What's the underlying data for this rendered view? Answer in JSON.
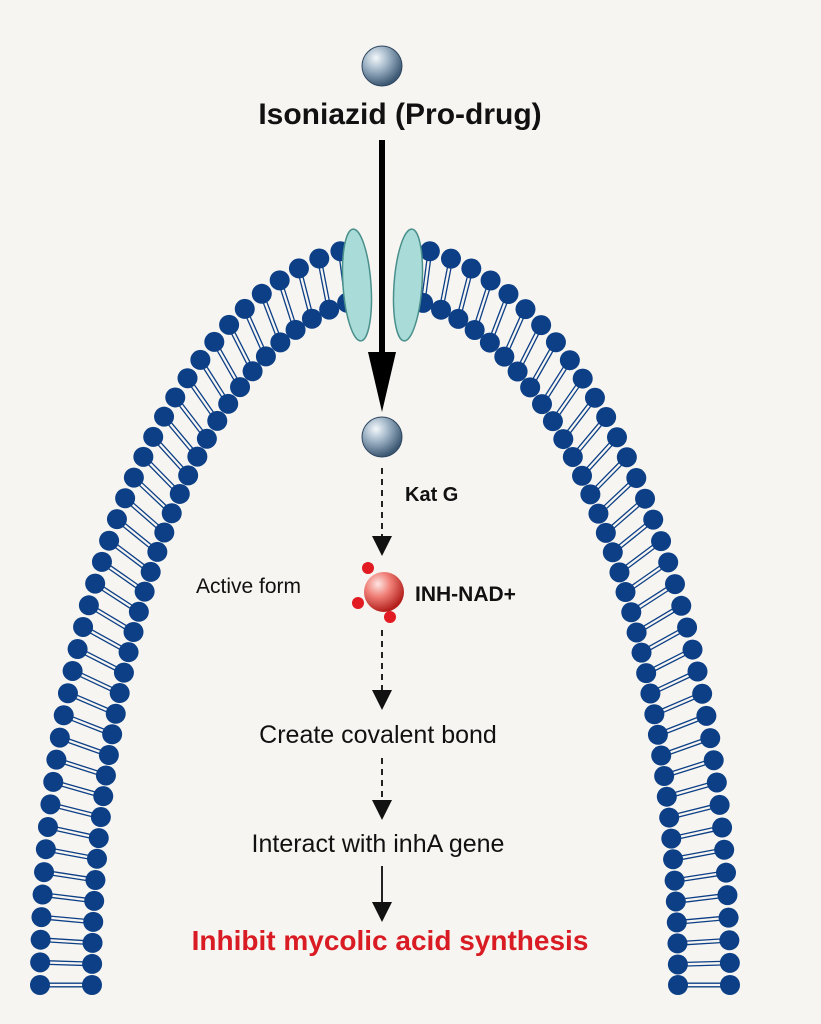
{
  "diagram": {
    "title": "Isoniazid (Pro-drug)",
    "enzyme_label": "Kat G",
    "active_form_label": "Active form",
    "active_compound_label": "INH-NAD+",
    "step_1": "Create covalent bond",
    "step_2": "Interact with inhA gene",
    "result": "Inhibit mycolic acid synthesis"
  },
  "colors": {
    "background": "#f7f5f1",
    "lipid_head": "#0c3f86",
    "channel_protein": "#a9dcd8",
    "drug_sphere": "#8aa3b8",
    "active_sphere": "#e5463f",
    "result_text": "#d91c24",
    "text": "#111111"
  },
  "icons": {
    "prodrug": "blue-grey-sphere-icon",
    "active_drug": "red-molecule-icon",
    "membrane": "lipid-bilayer-arch",
    "channel": "membrane-channel-protein"
  }
}
